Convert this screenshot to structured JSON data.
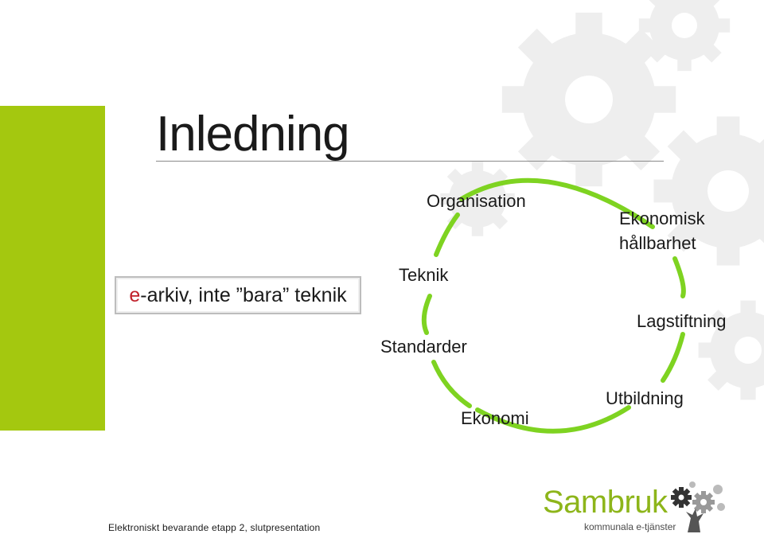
{
  "slide": {
    "title": "Inledning",
    "tag": {
      "accent": "e",
      "rest": "-arkiv, inte ”bara” teknik"
    },
    "labels": {
      "organisation": "Organisation",
      "ekonomisk_line1": "Ekonomisk",
      "ekonomisk_line2": "hållbarhet",
      "teknik": "Teknik",
      "lagstiftning": "Lagstiftning",
      "standarder": "Standarder",
      "utbildning": "Utbildning",
      "ekonomi": "Ekonomi"
    },
    "footer": "Elektroniskt bevarande etapp 2, slutpresentation"
  },
  "logo": {
    "name": "Sambruk",
    "subtitle": "kommunala e-tjänster"
  },
  "colors": {
    "green_bar": "#a4c80f",
    "ring_green": "#7ed321",
    "accent_red": "#c0202a",
    "logo_green": "#8db51a",
    "gear_gray": "#eeeeee"
  }
}
